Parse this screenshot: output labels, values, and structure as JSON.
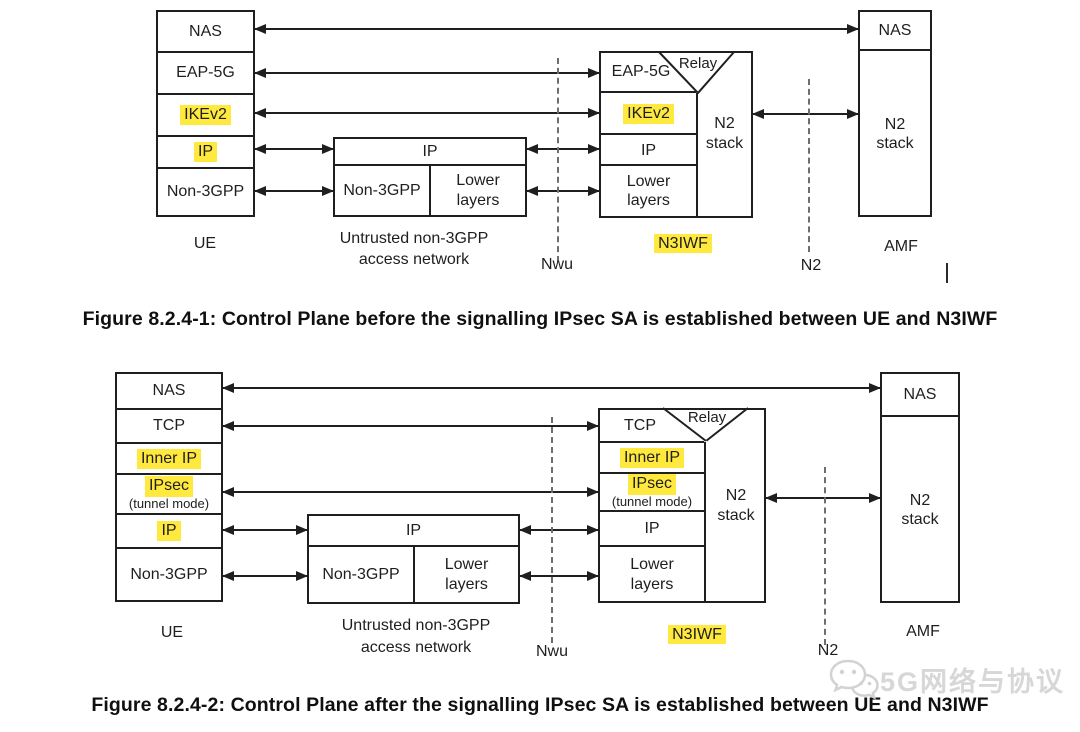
{
  "colors": {
    "highlight": "#ffe93e"
  },
  "watermark": {
    "text": "5G网络与协议"
  },
  "fig1": {
    "caption": "Figure 8.2.4-1: Control Plane before the signalling IPsec SA is established between UE and N3IWF",
    "ue": {
      "nas": "NAS",
      "eap5g": "EAP-5G",
      "ikev2": "IKEv2",
      "ip": "IP",
      "non3gpp": "Non-3GPP",
      "label": "UE"
    },
    "access_network": {
      "ip": "IP",
      "non3gpp": "Non-3GPP",
      "lower_layers": "Lower layers",
      "label_line1": "Untrusted non-3GPP",
      "label_line2": "access network"
    },
    "n3iwf": {
      "eap5g": "EAP-5G",
      "relay": "Relay",
      "ikev2": "IKEv2",
      "ip": "IP",
      "lower_layers": "Lower layers",
      "n2_stack": "N2 stack",
      "label": "N3IWF"
    },
    "amf": {
      "nas": "NAS",
      "n2_stack": "N2 stack",
      "label": "AMF"
    },
    "interfaces": {
      "nwu": "Nwu",
      "n2": "N2"
    }
  },
  "fig2": {
    "caption": "Figure 8.2.4-2: Control Plane after the signalling IPsec SA is established between UE and N3IWF",
    "ue": {
      "nas": "NAS",
      "tcp": "TCP",
      "inner_ip": "Inner IP",
      "ipsec": "IPsec",
      "ipsec_mode": "(tunnel mode)",
      "ip": "IP",
      "non3gpp": "Non-3GPP",
      "label": "UE"
    },
    "access_network": {
      "ip": "IP",
      "non3gpp": "Non-3GPP",
      "lower_layers": "Lower layers",
      "label_line1": "Untrusted non-3GPP",
      "label_line2": "access network"
    },
    "n3iwf": {
      "tcp": "TCP",
      "relay": "Relay",
      "inner_ip": "Inner IP",
      "ipsec": "IPsec",
      "ipsec_mode": "(tunnel mode)",
      "ip": "IP",
      "lower_layers": "Lower layers",
      "n2_stack": "N2 stack",
      "label": "N3IWF"
    },
    "amf": {
      "nas": "NAS",
      "n2_stack": "N2 stack",
      "label": "AMF"
    },
    "interfaces": {
      "nwu": "Nwu",
      "n2": "N2"
    }
  }
}
